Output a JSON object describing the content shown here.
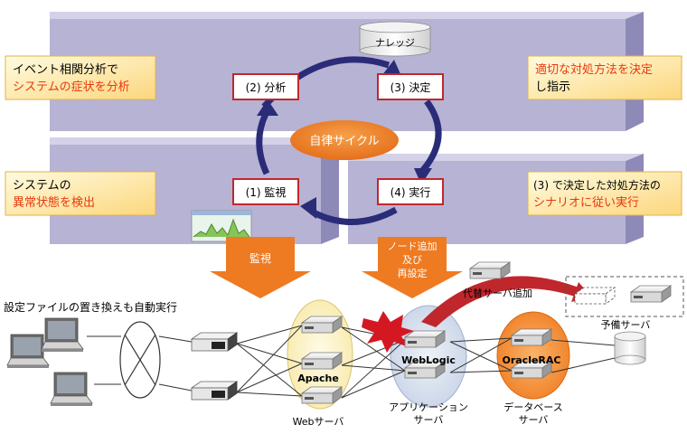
{
  "boxes": {
    "upper_left": {
      "line1": "イベント相関分析で",
      "line2": "システムの症状を分析"
    },
    "upper_right": {
      "line1": "適切な対処方法を決定",
      "line2": "し指示"
    },
    "lower_left": {
      "line1": "システムの",
      "line2": "異常状態を検出"
    },
    "lower_right": {
      "line1": "(3) で決定した対処方法の",
      "line2": "シナリオに従い実行"
    }
  },
  "cycle": {
    "knowledge": "ナレッジ",
    "center": "自律サイクル",
    "analyze": "(2) 分析",
    "decide": "(3) 決定",
    "monitor": "(1) 監視",
    "execute": "(4) 実行"
  },
  "arrows": {
    "monitor": "監視",
    "node_line1": "ノード追加",
    "node_line2": "及び",
    "node_line3": "再設定"
  },
  "labels": {
    "config_note": "設定ファイルの置き換えも自動実行",
    "substitute": "代替サーバ追加",
    "spare": "予備サーバ",
    "apache": "Apache",
    "weblogic": "WebLogic",
    "oraclerac": "OracleRAC",
    "web_server": "Webサーバ",
    "app_line1": "アプリケーション",
    "app_line2": "サーバ",
    "db_line1": "データベース",
    "db_line2": "サーバ"
  },
  "colors": {
    "panel": "#b7b3d4",
    "panel_dark": "#8e8ab8",
    "cycle_arrow": "#2a2c78",
    "orange": "#ee7a22",
    "red_text": "#e8380d",
    "box_border": "#c0272d"
  }
}
